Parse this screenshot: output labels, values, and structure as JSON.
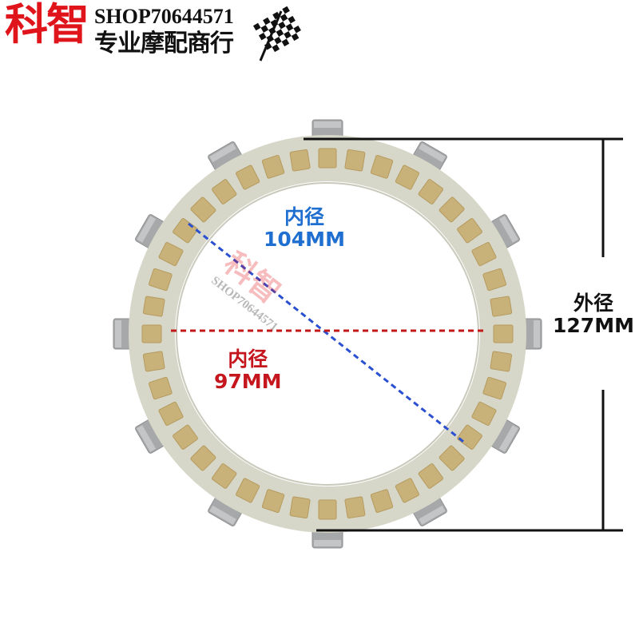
{
  "brand": {
    "logo_text": "科智",
    "shop_id": "SHOP70644571",
    "tagline": "专业摩配商行"
  },
  "labels": {
    "inner_blue_title": "内径",
    "inner_blue_value": "104MM",
    "inner_red_title": "内径",
    "inner_red_value": "97MM",
    "outer_title": "外径",
    "outer_value": "127MM"
  },
  "colors": {
    "logo_red": "#e0141b",
    "shop_black": "#111111",
    "blue_label": "#1f6fd0",
    "red_label": "#c4161c",
    "blue_line": "#2a4fd0",
    "red_line": "#c21818",
    "friction_pad": "#c9b27a",
    "disc_base": "#d6d7c8",
    "tab_metal": "#a6a8a9"
  },
  "icons": {
    "flag": "checkered-flag-icon",
    "disc": "clutch-plate-icon"
  }
}
